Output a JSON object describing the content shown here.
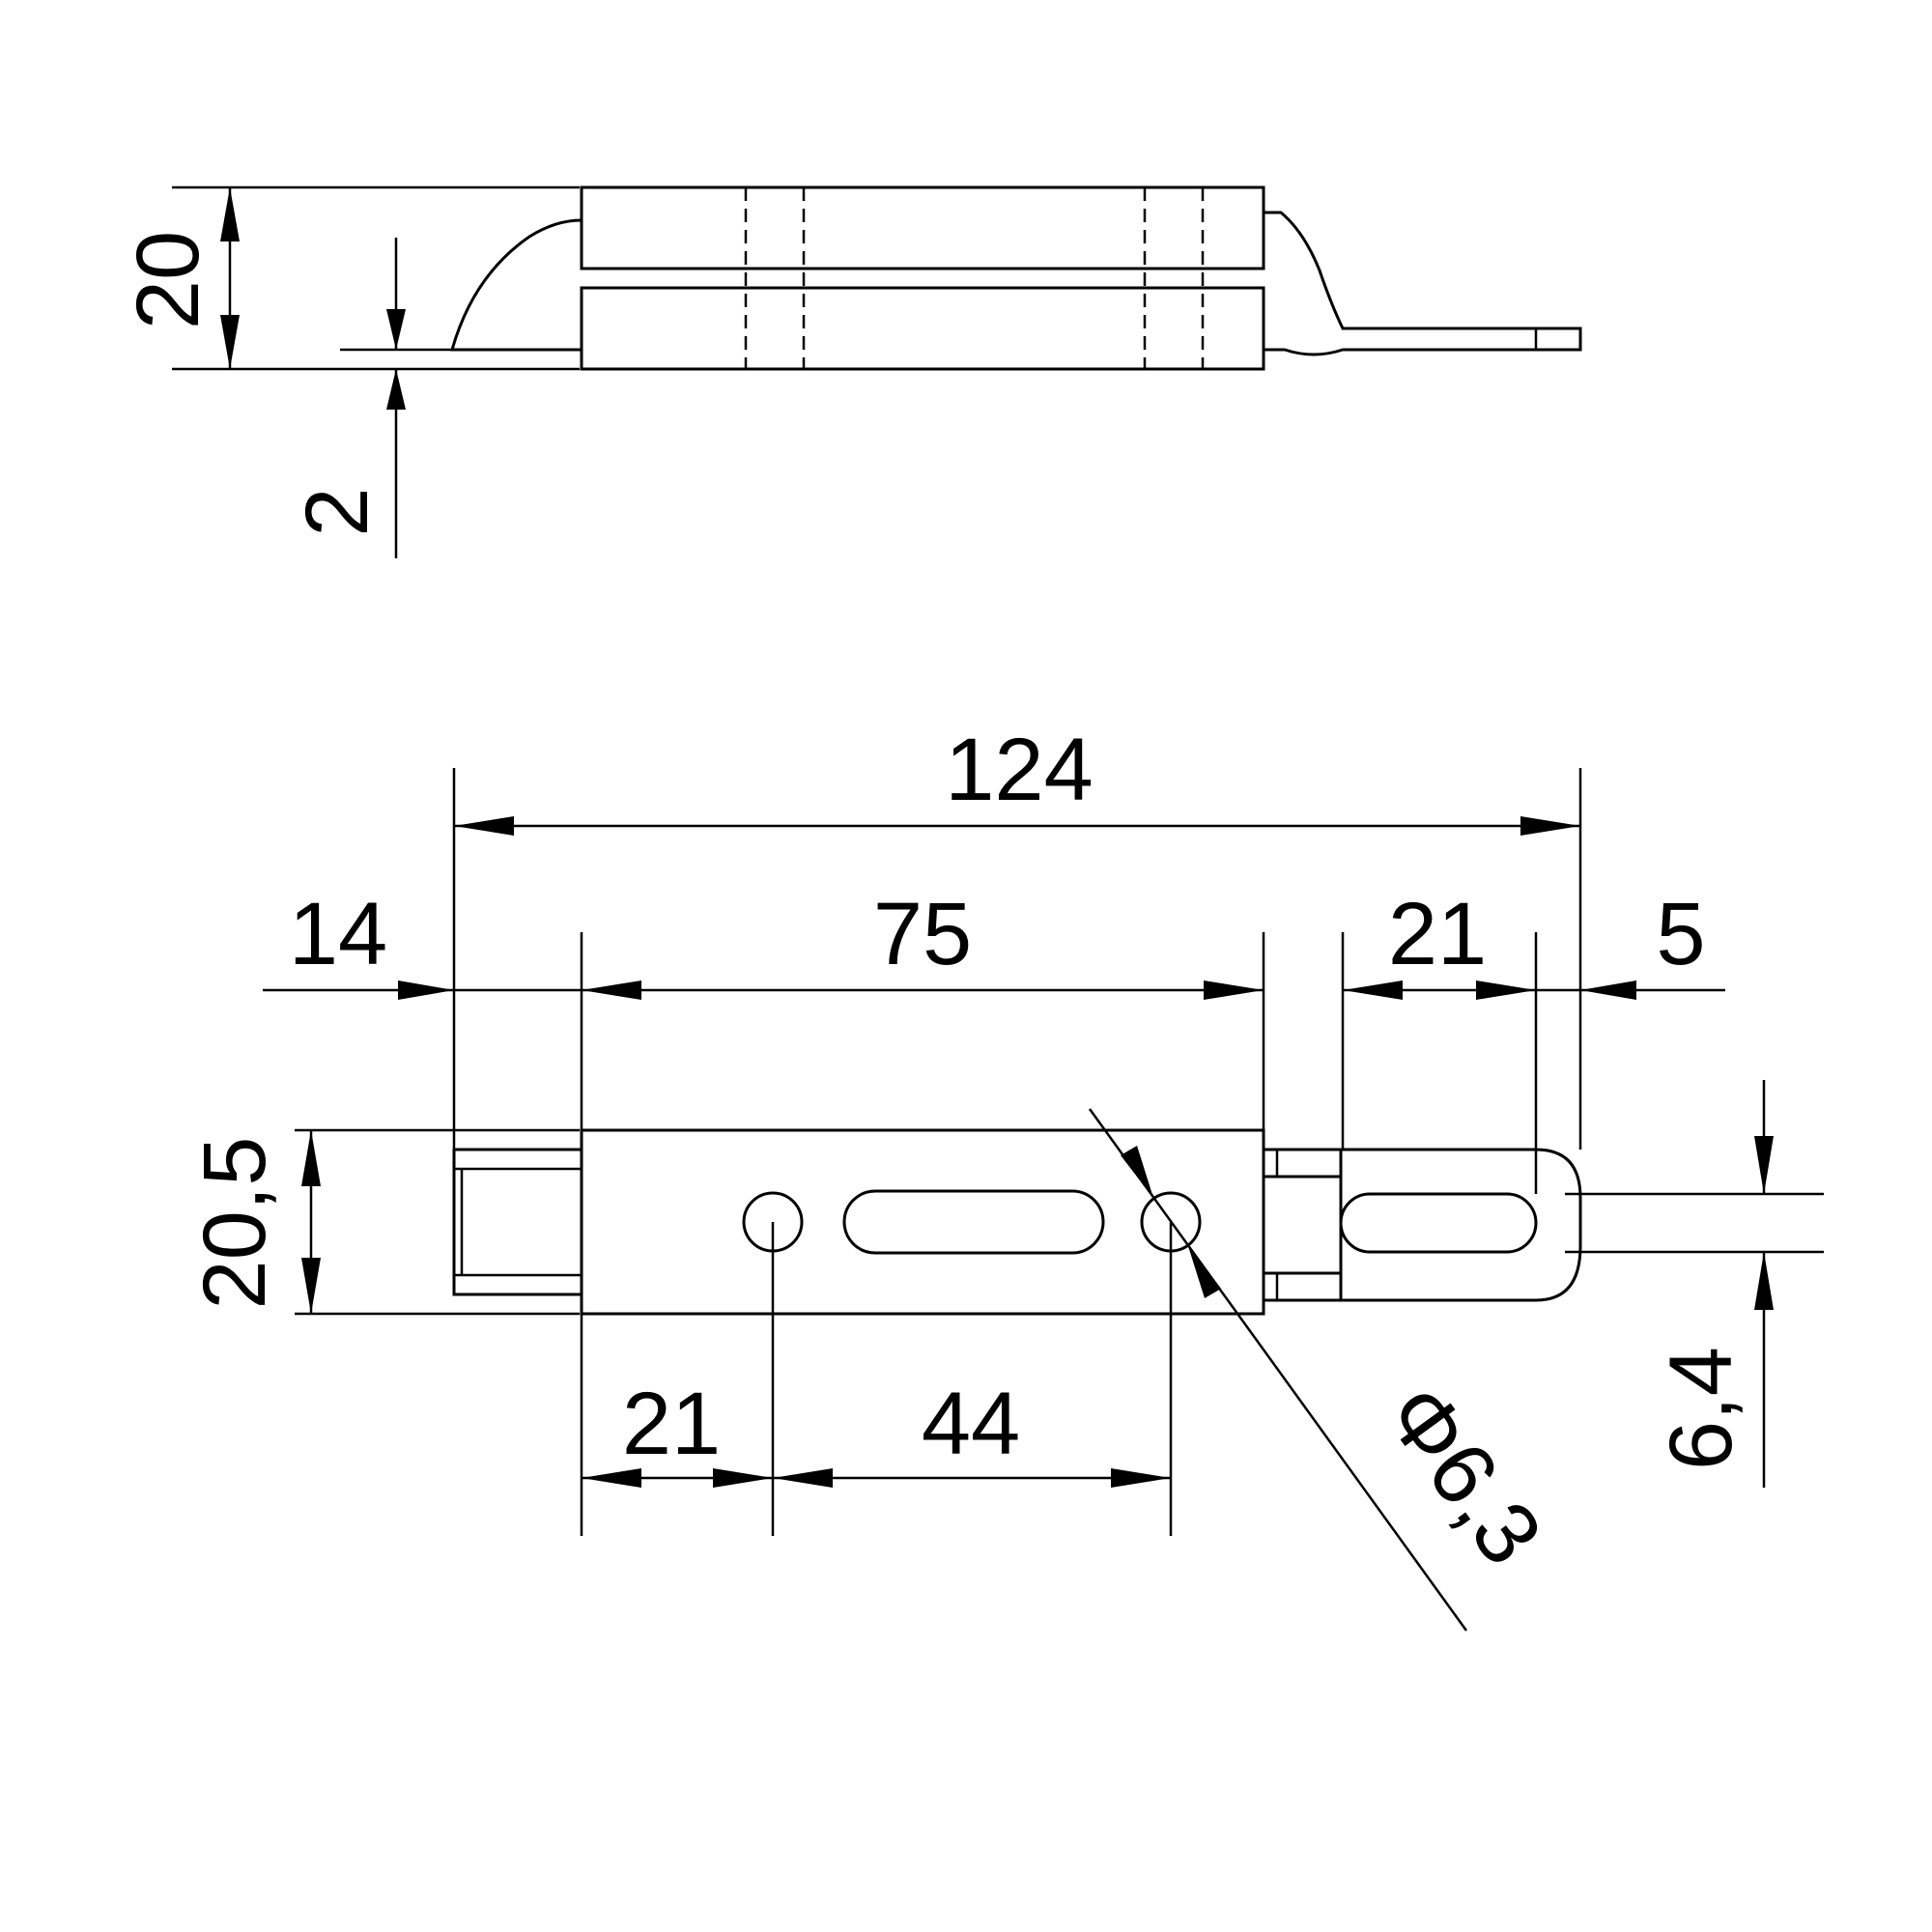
{
  "side_view": {
    "dim_height": "20",
    "dim_thickness": "2"
  },
  "front_view": {
    "dim_overall_length": "124",
    "dim_left_offset": "14",
    "dim_body_length": "75",
    "dim_slot_length": "21",
    "dim_end_margin": "5",
    "dim_body_height": "20,5",
    "dim_slot_width": "6,4",
    "dim_first_hole": "21",
    "dim_hole_spacing": "44",
    "dim_hole_diameter": "Φ6,3"
  }
}
